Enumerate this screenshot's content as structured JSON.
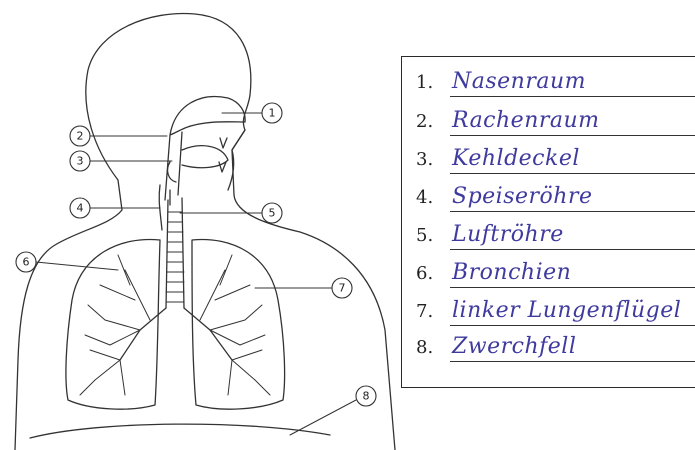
{
  "callouts": [
    "1",
    "2",
    "3",
    "4",
    "5",
    "6",
    "7",
    "8"
  ],
  "answers": [
    {
      "num": "1.",
      "text": "Nasenraum"
    },
    {
      "num": "2.",
      "text": "Rachenraum"
    },
    {
      "num": "3.",
      "text": "Kehldeckel"
    },
    {
      "num": "4.",
      "text": "Speiseröhre"
    },
    {
      "num": "5.",
      "text": "Luftröhre"
    },
    {
      "num": "6.",
      "text": "Bronchien"
    },
    {
      "num": "7.",
      "text": "linker Lungenflügel"
    },
    {
      "num": "8.",
      "text": "Zwerchfell"
    }
  ],
  "colors": {
    "ink": "#3f3a9e",
    "line": "#2a2a2a"
  }
}
